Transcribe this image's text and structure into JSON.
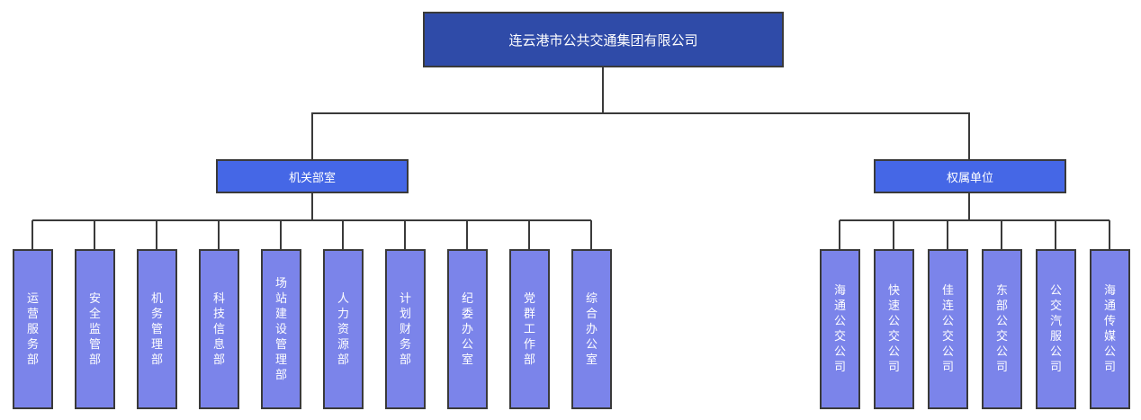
{
  "root": {
    "label": "连云港市公共交通集团有限公司"
  },
  "left_group": {
    "label": "机关部室",
    "children": [
      "运营服务部",
      "安全监管部",
      "机务管理部",
      "科技信息部",
      "场站建设管理部",
      "人力资源部",
      "计划财务部",
      "纪委办公室",
      "党群工作部",
      "综合办公室"
    ]
  },
  "right_group": {
    "label": "权属单位",
    "children": [
      "海通公交公司",
      "快速公交公司",
      "佳连公交公司",
      "东部公交公司",
      "公交汽服公司",
      "海通传媒公司"
    ]
  },
  "colors": {
    "root_fill": "#2f4ba8",
    "mid_fill": "#4567e6",
    "leaf_fill": "#7b84ea",
    "border": "#3a3a3a",
    "connector": "#3a3a3a",
    "text": "#ffffff"
  }
}
